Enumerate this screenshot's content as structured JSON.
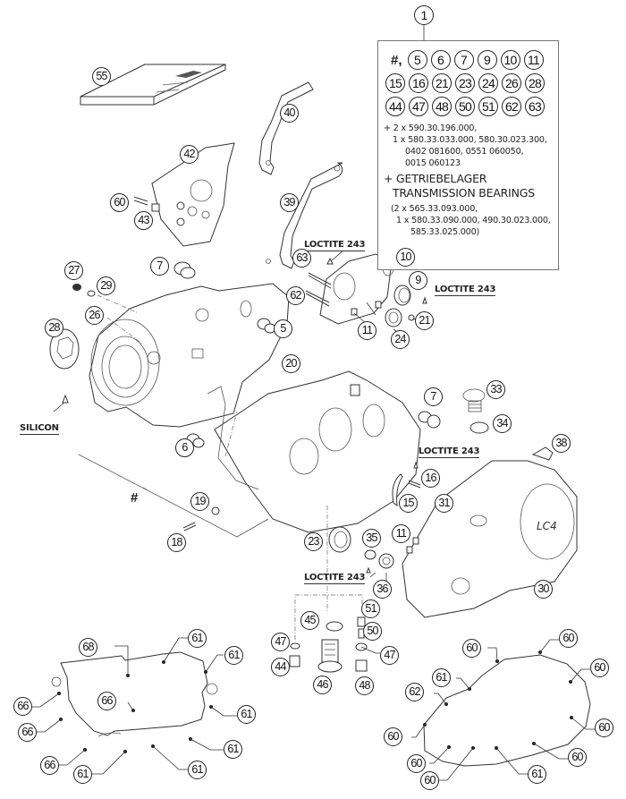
{
  "diagram": {
    "title_callout": "1",
    "kit_box": {
      "rows": [
        {
          "prefix": "#,",
          "items": [
            "5",
            "6",
            "7",
            "9",
            "10",
            "11"
          ]
        },
        {
          "prefix": "",
          "items": [
            "15",
            "16",
            "21",
            "23",
            "24",
            "26",
            "28"
          ]
        },
        {
          "prefix": "",
          "items": [
            "44",
            "47",
            "48",
            "50",
            "51",
            "62",
            "63"
          ]
        }
      ],
      "text_lines_1": [
        "+ 2 x 590.30.196.000,",
        "   1 x 580.33.033.000, 580.30.023.300,",
        "       0402 081600, 0551 060050,",
        "       0015 060123"
      ],
      "heading_1": "+ GETRIEBELAGER",
      "heading_2": "  TRANSMISSION BEARINGS",
      "text_lines_2": [
        "  (2 x 565.33.093.000,",
        "    1 x 580.33.090.000, 490.30.023.000,",
        "         585.33.025.000)"
      ]
    },
    "notes": {
      "loctite_1": "LOCTITE 243",
      "loctite_2": "LOCTITE 243",
      "loctite_3": "LOCTITE 243",
      "loctite_4": "LOCTITE 243",
      "silicon": "SILICON",
      "hash": "#"
    },
    "callouts": [
      {
        "id": "c55",
        "label": "55"
      },
      {
        "id": "c40",
        "label": "40"
      },
      {
        "id": "c42",
        "label": "42"
      },
      {
        "id": "c39",
        "label": "39"
      },
      {
        "id": "c60a",
        "label": "60"
      },
      {
        "id": "c43",
        "label": "43"
      },
      {
        "id": "c7a",
        "label": "7"
      },
      {
        "id": "c27",
        "label": "27"
      },
      {
        "id": "c29",
        "label": "29"
      },
      {
        "id": "c26",
        "label": "26"
      },
      {
        "id": "c28",
        "label": "28"
      },
      {
        "id": "c5",
        "label": "5"
      },
      {
        "id": "c63",
        "label": "63"
      },
      {
        "id": "c10",
        "label": "10"
      },
      {
        "id": "c9",
        "label": "9"
      },
      {
        "id": "c62a",
        "label": "62"
      },
      {
        "id": "c21",
        "label": "21"
      },
      {
        "id": "c11a",
        "label": "11"
      },
      {
        "id": "c24",
        "label": "24"
      },
      {
        "id": "c20",
        "label": "20"
      },
      {
        "id": "c7b",
        "label": "7"
      },
      {
        "id": "c33",
        "label": "33"
      },
      {
        "id": "c34",
        "label": "34"
      },
      {
        "id": "c6",
        "label": "6"
      },
      {
        "id": "c38",
        "label": "38"
      },
      {
        "id": "c16",
        "label": "16"
      },
      {
        "id": "c15",
        "label": "15"
      },
      {
        "id": "c31",
        "label": "31"
      },
      {
        "id": "c19",
        "label": "19"
      },
      {
        "id": "c18",
        "label": "18"
      },
      {
        "id": "c23",
        "label": "23"
      },
      {
        "id": "c35",
        "label": "35"
      },
      {
        "id": "c11b",
        "label": "11"
      },
      {
        "id": "c36",
        "label": "36"
      },
      {
        "id": "c30",
        "label": "30"
      },
      {
        "id": "c45",
        "label": "45"
      },
      {
        "id": "c51",
        "label": "51"
      },
      {
        "id": "c50",
        "label": "50"
      },
      {
        "id": "c47a",
        "label": "47"
      },
      {
        "id": "c47b",
        "label": "47"
      },
      {
        "id": "c44",
        "label": "44"
      },
      {
        "id": "c46",
        "label": "46"
      },
      {
        "id": "c48",
        "label": "48"
      },
      {
        "id": "c68",
        "label": "68"
      },
      {
        "id": "c61a",
        "label": "61"
      },
      {
        "id": "c61b",
        "label": "61"
      },
      {
        "id": "c66a",
        "label": "66"
      },
      {
        "id": "c66b",
        "label": "66"
      },
      {
        "id": "c61c",
        "label": "61"
      },
      {
        "id": "c66c",
        "label": "66"
      },
      {
        "id": "c61d",
        "label": "61"
      },
      {
        "id": "c66d",
        "label": "66"
      },
      {
        "id": "c61e",
        "label": "61"
      },
      {
        "id": "c61f",
        "label": "61"
      },
      {
        "id": "c60b",
        "label": "60"
      },
      {
        "id": "c60c",
        "label": "60"
      },
      {
        "id": "c61g",
        "label": "61"
      },
      {
        "id": "c60d",
        "label": "60"
      },
      {
        "id": "c62b",
        "label": "62"
      },
      {
        "id": "c60e",
        "label": "60"
      },
      {
        "id": "c60f",
        "label": "60"
      },
      {
        "id": "c60g",
        "label": "60"
      },
      {
        "id": "c60h",
        "label": "60"
      },
      {
        "id": "c60i",
        "label": "60"
      },
      {
        "id": "c61h",
        "label": "61"
      }
    ]
  }
}
